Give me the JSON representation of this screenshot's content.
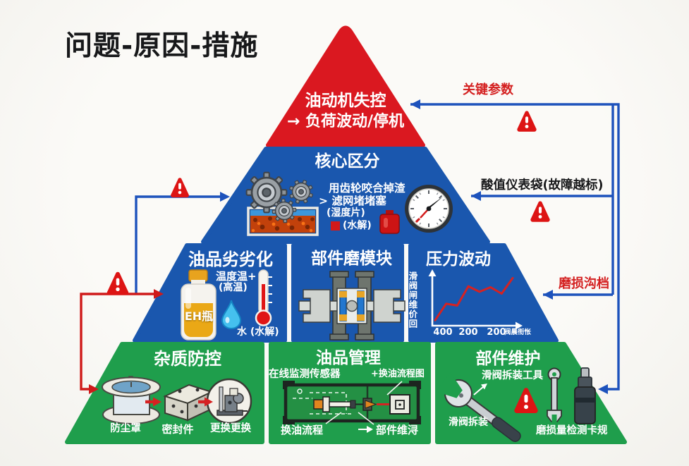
{
  "title": "问题-原因-措施",
  "colors": {
    "red_band": "#da1820",
    "blue_band": "#1a57ae",
    "green_band": "#1f9e4c",
    "arrow_blue": "#1d52bc",
    "arrow_red": "#cf1a1a"
  },
  "pyramid": {
    "top": {
      "line1": "油动机失控",
      "line2": "→ 负荷波动/停机"
    },
    "core": {
      "title": "核心区分",
      "line1": "用齿轮咬合掉渣",
      "line2": "> 滤网堵堵塞",
      "line3": "(湿度片)",
      "line4": "(水解)"
    },
    "causes": {
      "oil": {
        "title": "油品劣劣化",
        "temp": "温度温+",
        "temp_sub": "(高温)",
        "bottle": "EH瓶",
        "water": "水 (水解)"
      },
      "wear": {
        "title": "部件磨模块"
      },
      "pressure": {
        "title": "压力波动"
      }
    },
    "measures": {
      "impurity": {
        "title": "杂质防控",
        "i1": "防尘罩",
        "i2": "密封件",
        "i3": "更换更换"
      },
      "oil_mgmt": {
        "title": "油品管理",
        "top_left": "在线监测传感器",
        "top_right": "+换油流程图",
        "bottom_left": "换油流程",
        "bottom_right": "部件维浔"
      },
      "maintain": {
        "title": "部件维护",
        "tool": "滑阀拆装工具",
        "left": "滑阀拆装",
        "right": "磨损量检测卡规"
      }
    }
  },
  "annotations": {
    "key_params": "关键参数",
    "acid": "酸值仪表袋(故障越标)",
    "wear_groove": "磨损沟档"
  },
  "chart_data": {
    "type": "line",
    "title": "压力波动",
    "ylabel": "滑阀闸维价回",
    "x_ticks": [
      "400",
      "200",
      "200"
    ],
    "x_suffix": "阀晨衔怅",
    "values": [
      0.6,
      2.4,
      2.2,
      4.3,
      3.7,
      4.2,
      3.5,
      5.2
    ],
    "ylim": [
      0,
      6
    ],
    "line_color": "#d62222",
    "axis_color": "#ffffff",
    "grid": false,
    "legend": false
  }
}
